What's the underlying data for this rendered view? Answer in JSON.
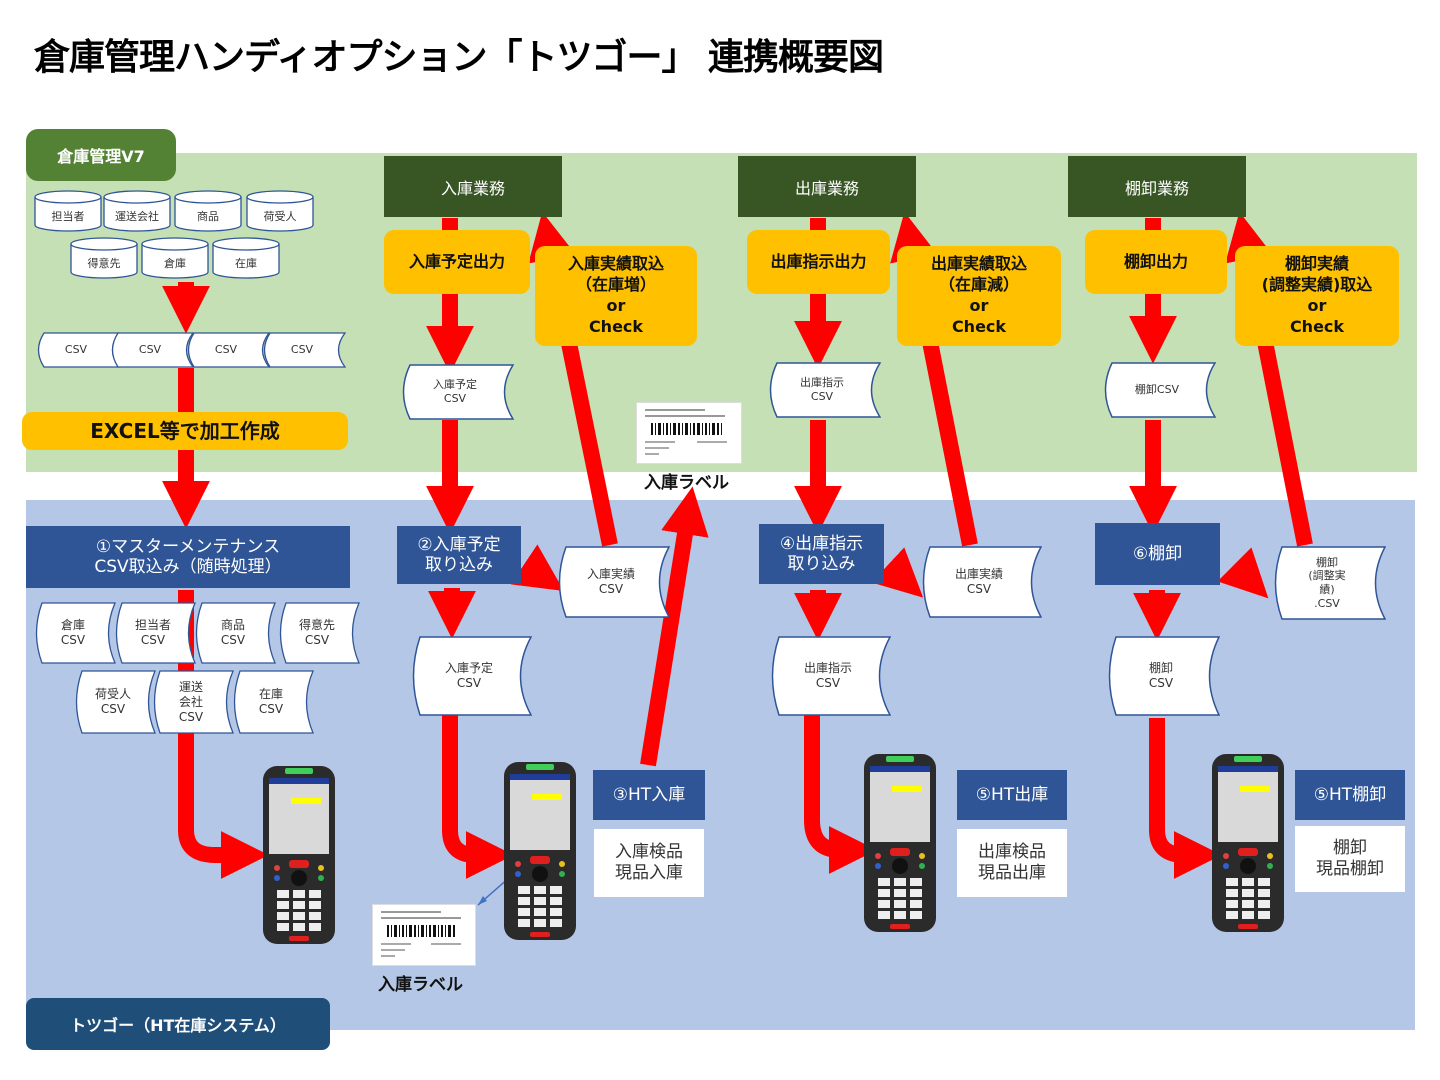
{
  "title": "倉庫管理ハンディオプション「トツゴー」 連携概要図",
  "zones": {
    "top_label": "倉庫管理V7",
    "bottom_label": "トツゴー（HT在庫システム）"
  },
  "master": {
    "databases_row1": [
      "担当者",
      "運送会社",
      "商品",
      "荷受人"
    ],
    "databases_row2": [
      "得意先",
      "倉庫",
      "在庫"
    ],
    "csv_files": [
      "CSV",
      "CSV",
      "CSV",
      "CSV"
    ],
    "excel_label": "EXCEL等で加工作成",
    "import_box": "①マスターメンテナンス\nCSV取込み（随時処理）",
    "imported_row1": [
      "倉庫\nCSV",
      "担当者\nCSV",
      "商品\nCSV",
      "得意先\nCSV"
    ],
    "imported_row2": [
      "荷受人\nCSV",
      "運送\n会社\nCSV",
      "在庫\nCSV"
    ]
  },
  "receiving": {
    "business": "入庫業務",
    "output": "入庫予定出力",
    "import": "入庫実績取込\n（在庫増）\nor\nCheck",
    "plan_csv_top": "入庫予定\nCSV",
    "label_top": "入庫ラベル",
    "step": "②入庫予定\n取り込み",
    "result_csv": "入庫実績\nCSV",
    "plan_csv_bottom": "入庫予定\nCSV",
    "ht_step": "③HT入庫",
    "ht_desc": "入庫検品\n現品入庫",
    "label_bottom": "入庫ラベル"
  },
  "shipping": {
    "business": "出庫業務",
    "output": "出庫指示出力",
    "import": "出庫実績取込\n（在庫減）\nor\nCheck",
    "instr_csv_top": "出庫指示\nCSV",
    "step": "④出庫指示\n取り込み",
    "result_csv": "出庫実績\nCSV",
    "instr_csv_bottom": "出庫指示\nCSV",
    "ht_step": "⑤HT出庫",
    "ht_desc": "出庫検品\n現品出庫"
  },
  "inventory": {
    "business": "棚卸業務",
    "output": "棚卸出力",
    "import": "棚卸実績\n(調整実績)取込\nor\nCheck",
    "csv_top": "棚卸CSV",
    "step": "⑥棚卸",
    "result_csv": "棚卸\n(調整実\n績)\n.CSV",
    "csv_bottom": "棚卸\nCSV",
    "ht_step": "⑤HT棚卸",
    "ht_desc": "棚卸\n現品棚卸"
  },
  "colors": {
    "green_zone": "#c5e0b4",
    "blue_zone": "#b4c7e7",
    "dark_green": "#375623",
    "orange": "#ffc000",
    "navy": "#2f5597",
    "arrow_red": "#ff0000"
  }
}
